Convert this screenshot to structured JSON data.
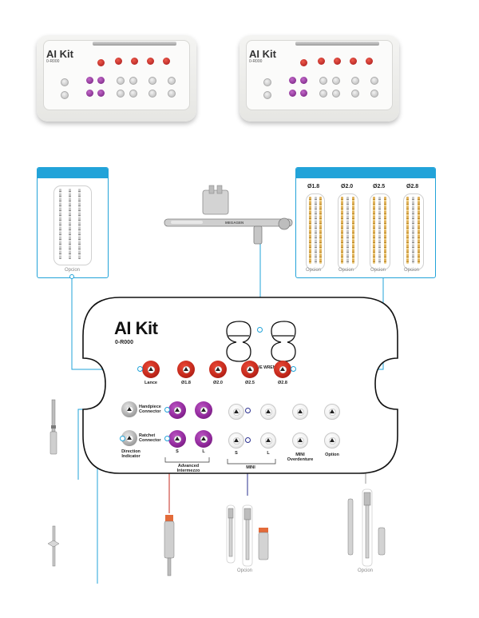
{
  "photo_kits": [
    {
      "title": "AI Kit",
      "code": "0-R000"
    },
    {
      "title": "AI Kit",
      "code": "0-R000"
    }
  ],
  "left_panel": {
    "caption": "Opcion"
  },
  "right_panel": {
    "sizes": [
      "Ø1.8",
      "Ø2.0",
      "Ø2.5",
      "Ø2.8"
    ],
    "captions": [
      "Opcion",
      "Opcion",
      "Opcion",
      "Opcion"
    ]
  },
  "torque_wrench_brand": "MEGAGEN",
  "kit": {
    "title": "AI Kit",
    "code": "0-R000",
    "torque_label": "TORQUE WRENCH",
    "red_labels": [
      "Lance",
      "Ø1.8",
      "Ø2.0",
      "Ø2.5",
      "Ø2.8"
    ],
    "handpiece_label": "Handpiece Connector",
    "ratchet_label": "Ratchet Connector",
    "direction_label": "Direction Indicator",
    "adv_s": "S",
    "adv_l": "L",
    "advanced_label": "Advanced Intermezzo",
    "mini_s": "S",
    "mini_l": "L",
    "mini_label": "MINI",
    "mini_overdenture_label": "MINI Overdenture",
    "option_label": "Option"
  },
  "bottom_captions": {
    "mini_option": "Opcion",
    "overdenture_option": "Opcion"
  },
  "colors": {
    "accent": "#22a3d9",
    "red": "#c62a1c",
    "purple": "#932a9e",
    "navy": "#2a2f8f"
  }
}
